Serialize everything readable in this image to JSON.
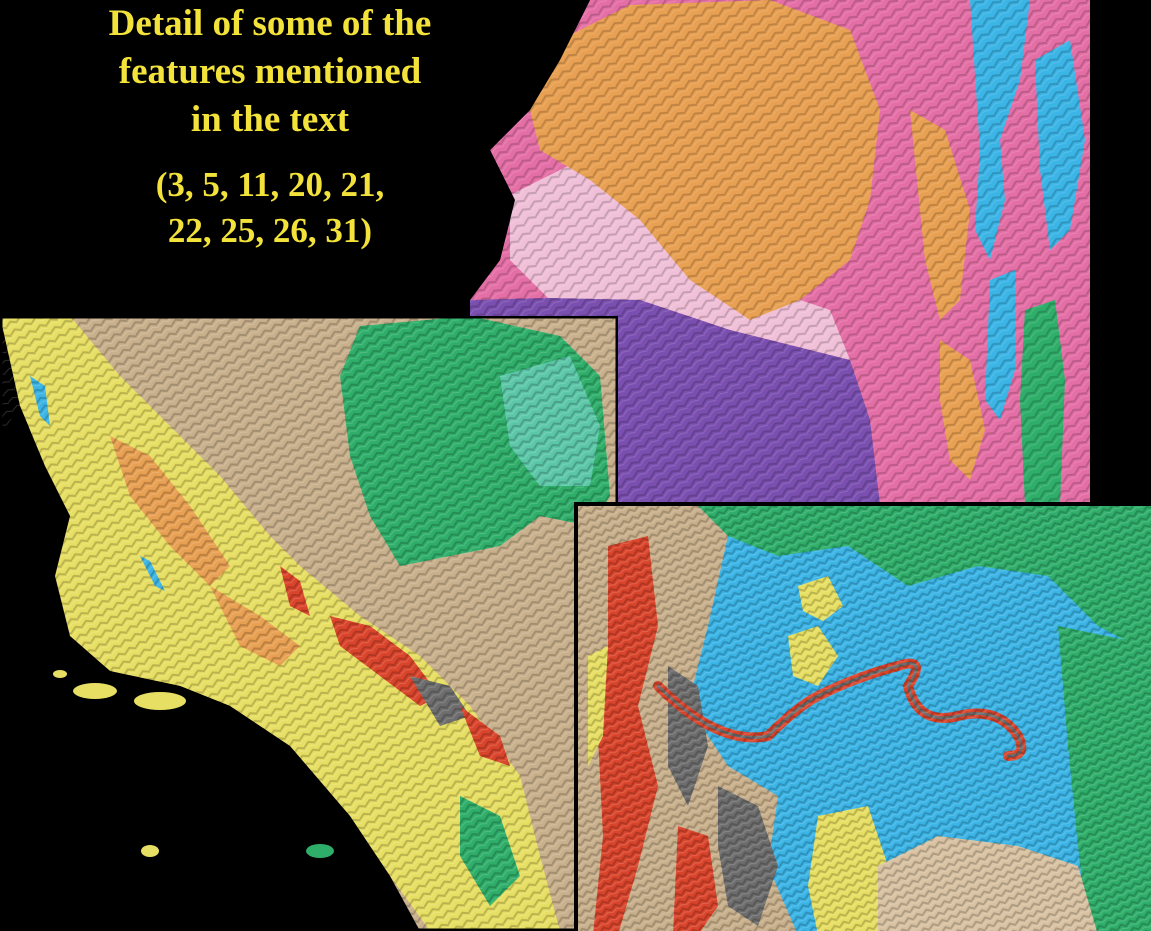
{
  "caption": {
    "lines": [
      "Detail of some of the",
      "features mentioned",
      "in the text"
    ],
    "refs": [
      "(3, 5, 11, 20, 21,",
      "22, 25, 26, 31)"
    ],
    "color": "#f2e23a"
  },
  "map": {
    "background": "#000000",
    "palette": {
      "orange": "#e8a052",
      "pink": "#e46fa6",
      "light_pink": "#f0c0d8",
      "purple": "#7a4fb0",
      "cyan": "#3bb4e6",
      "green": "#2fae6a",
      "yellow": "#e7df63",
      "tan": "#c9b08c",
      "red": "#d9442b",
      "gray": "#6d6d6d"
    }
  }
}
